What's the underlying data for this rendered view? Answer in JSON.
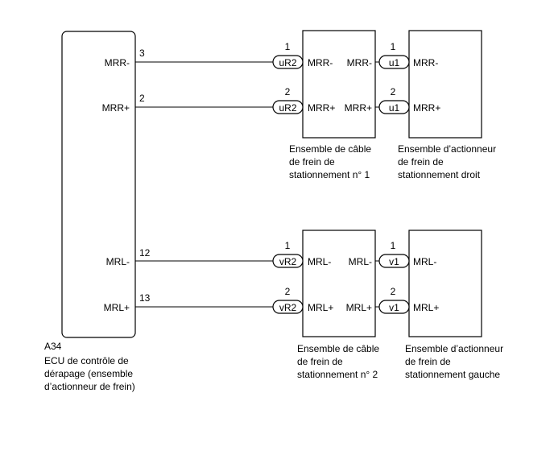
{
  "ecu": {
    "code": "A34",
    "caption": [
      "ECU de contrôle de",
      "dérapage (ensemble",
      "d’actionneur de frein)"
    ],
    "pins": [
      {
        "label": "MRR-",
        "pin": "3"
      },
      {
        "label": "MRR+",
        "pin": "2"
      },
      {
        "label": "MRL-",
        "pin": "12"
      },
      {
        "label": "MRL+",
        "pin": "13"
      }
    ]
  },
  "cable_right": {
    "caption": [
      "Ensemble de câble",
      "de frein de",
      "stationnement n° 1"
    ],
    "rows": [
      {
        "pin": "1",
        "connector": "uR2",
        "left_label": "MRR-",
        "right_label": "MRR-"
      },
      {
        "pin": "2",
        "connector": "uR2",
        "left_label": "MRR+",
        "right_label": "MRR+"
      }
    ]
  },
  "actuator_right": {
    "caption": [
      "Ensemble d’actionneur",
      "de frein de",
      "stationnement droit"
    ],
    "rows": [
      {
        "pin": "1",
        "connector": "u1",
        "label": "MRR-"
      },
      {
        "pin": "2",
        "connector": "u1",
        "label": "MRR+"
      }
    ]
  },
  "cable_left": {
    "caption": [
      "Ensemble de câble",
      "de frein de",
      "stationnement n° 2"
    ],
    "rows": [
      {
        "pin": "1",
        "connector": "vR2",
        "left_label": "MRL-",
        "right_label": "MRL-"
      },
      {
        "pin": "2",
        "connector": "vR2",
        "left_label": "MRL+",
        "right_label": "MRL+"
      }
    ]
  },
  "actuator_left": {
    "caption": [
      "Ensemble d’actionneur",
      "de frein de",
      "stationnement gauche"
    ],
    "rows": [
      {
        "pin": "1",
        "connector": "v1",
        "label": "MRL-"
      },
      {
        "pin": "2",
        "connector": "v1",
        "label": "MRL+"
      }
    ]
  }
}
